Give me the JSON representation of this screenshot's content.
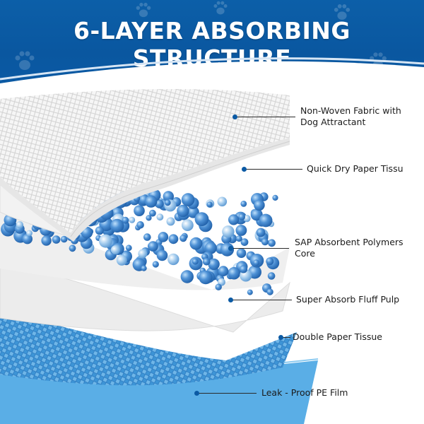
{
  "header": {
    "title": "6-LAYER ABSORBING STRUCTURE"
  },
  "colors": {
    "header_blue": "#0b5aa4",
    "fabric_white": "#f4f4f4",
    "bead_blue": "#3f83c9",
    "film_blue": "#4aa0dd",
    "dot_blue": "#0b5aa4"
  },
  "icons": [
    "paw-print-icon"
  ],
  "layers": [
    {
      "label": "Non-Woven Fabric with\nDog Attractant"
    },
    {
      "label": "Quick Dry Paper Tissu"
    },
    {
      "label": "SAP Absorbent Polymers\nCore"
    },
    {
      "label": "Super Absorb Fluff Pulp"
    },
    {
      "label": "Double Paper Tissue"
    },
    {
      "label": "Leak - Proof PE Film"
    }
  ]
}
